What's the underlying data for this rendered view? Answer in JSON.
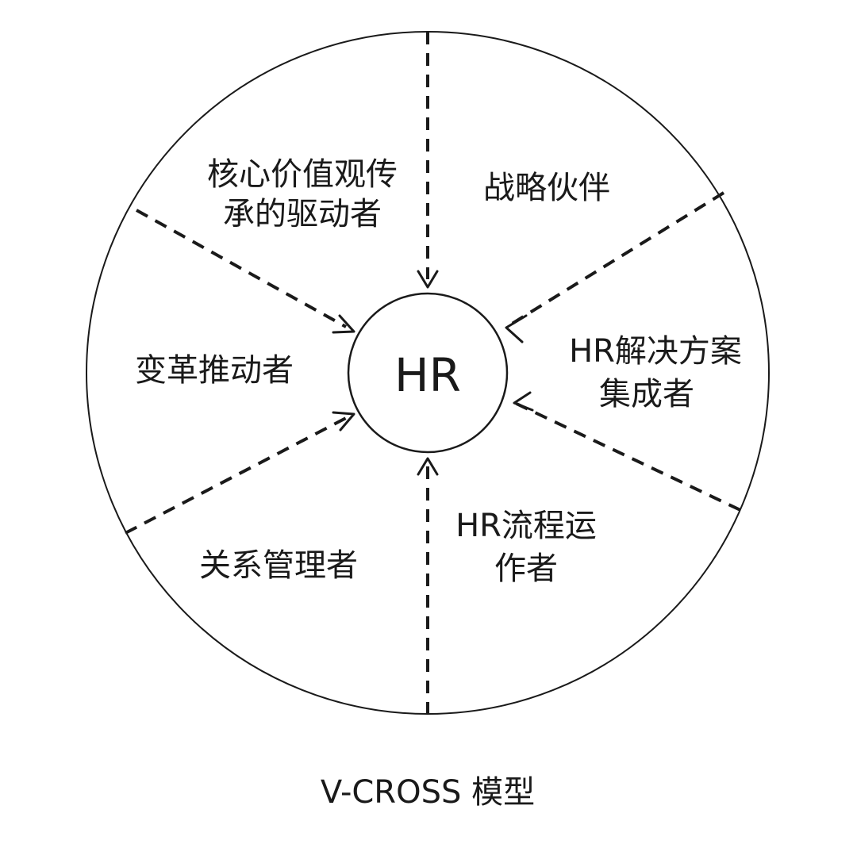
{
  "center": {
    "label": "HR"
  },
  "roles": [
    {
      "id": "core-values-driver",
      "lines": [
        "核心价值观传",
        "承的驱动者"
      ]
    },
    {
      "id": "strategic-partner",
      "lines": [
        "战略伙伴"
      ]
    },
    {
      "id": "hr-solution-integrator",
      "lines": [
        "HR解决方案",
        "集成者"
      ]
    },
    {
      "id": "hr-process-operator",
      "lines": [
        "HR流程运",
        "作者"
      ]
    },
    {
      "id": "relationship-manager",
      "lines": [
        "关系管理者"
      ]
    },
    {
      "id": "change-agent",
      "lines": [
        "变革推动者"
      ]
    }
  ],
  "caption": "V-CROSS 模型"
}
